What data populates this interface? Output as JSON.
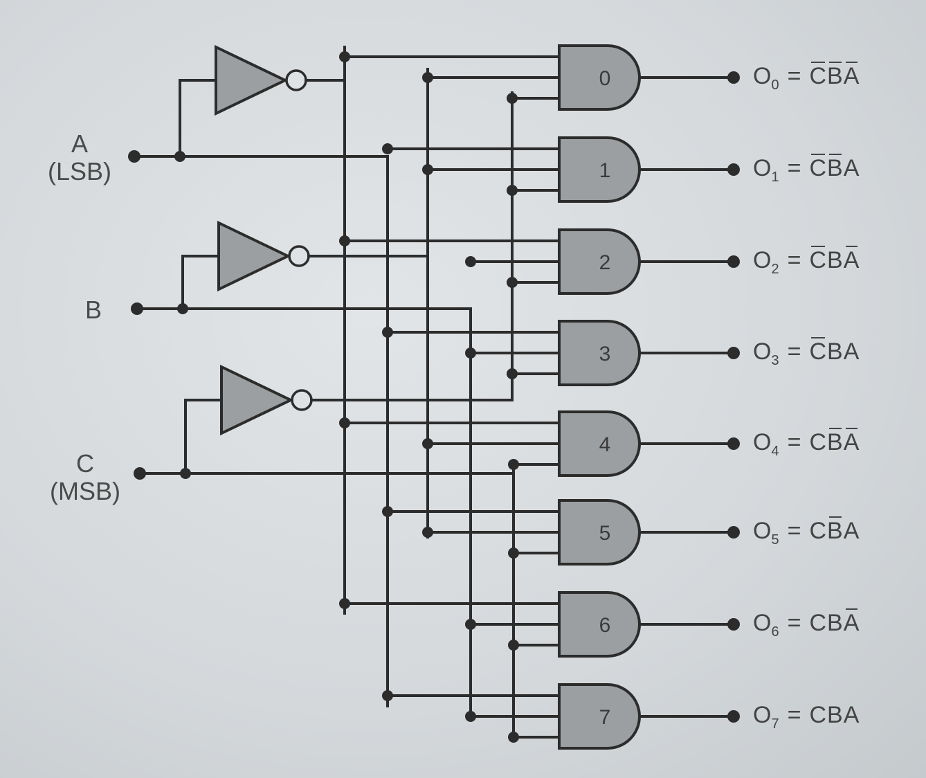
{
  "inputs": {
    "a_label": "A",
    "a_sub": "(LSB)",
    "b_label": "B",
    "c_label": "C",
    "c_sub": "(MSB)"
  },
  "gates": [
    "0",
    "1",
    "2",
    "3",
    "4",
    "5",
    "6",
    "7"
  ],
  "outputs": [
    {
      "name": "O",
      "sub": "0",
      "eq": "=",
      "letters": [
        "C",
        "B",
        "A"
      ],
      "bars": [
        true,
        true,
        true
      ]
    },
    {
      "name": "O",
      "sub": "1",
      "eq": "=",
      "letters": [
        "C",
        "B",
        "A"
      ],
      "bars": [
        true,
        true,
        false
      ]
    },
    {
      "name": "O",
      "sub": "2",
      "eq": "=",
      "letters": [
        "C",
        "B",
        "A"
      ],
      "bars": [
        true,
        false,
        true
      ]
    },
    {
      "name": "O",
      "sub": "3",
      "eq": "=",
      "letters": [
        "C",
        "B",
        "A"
      ],
      "bars": [
        true,
        false,
        false
      ]
    },
    {
      "name": "O",
      "sub": "4",
      "eq": "=",
      "letters": [
        "C",
        "B",
        "A"
      ],
      "bars": [
        false,
        true,
        true
      ]
    },
    {
      "name": "O",
      "sub": "5",
      "eq": "=",
      "letters": [
        "C",
        "B",
        "A"
      ],
      "bars": [
        false,
        true,
        false
      ]
    },
    {
      "name": "O",
      "sub": "6",
      "eq": "=",
      "letters": [
        "C",
        "B",
        "A"
      ],
      "bars": [
        false,
        false,
        true
      ]
    },
    {
      "name": "O",
      "sub": "7",
      "eq": "=",
      "letters": [
        "C",
        "B",
        "A"
      ],
      "bars": [
        false,
        false,
        false
      ]
    }
  ]
}
